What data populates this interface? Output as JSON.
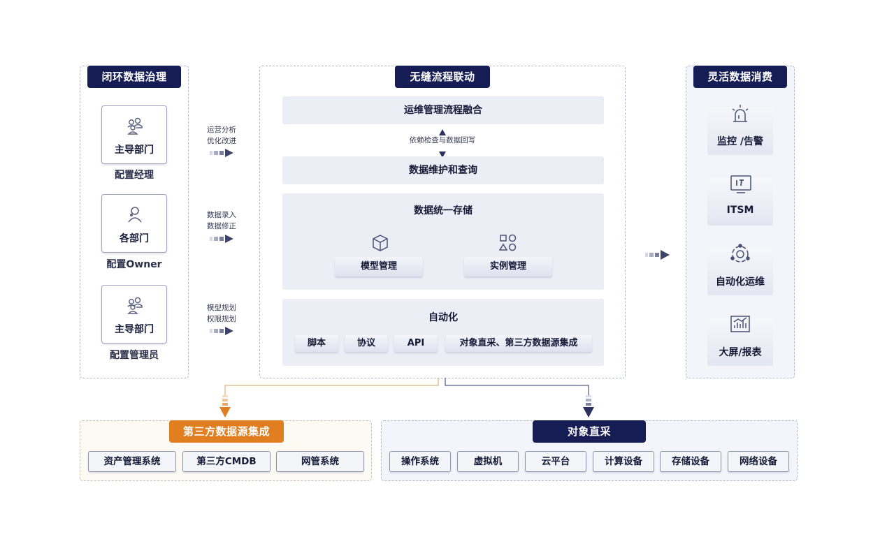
{
  "left": {
    "title": "闭环数据治理",
    "roles": [
      {
        "name": "主导部门",
        "label": "配置经理",
        "icon": "group-users-icon"
      },
      {
        "name": "各部门",
        "label": "配置Owner",
        "icon": "user-icon"
      },
      {
        "name": "主导部门",
        "label": "配置管理员",
        "icon": "group-users-icon"
      }
    ],
    "notes": [
      {
        "line1": "运营分析",
        "line2": "优化改进"
      },
      {
        "line1": "数据录入",
        "line2": "数据修正"
      },
      {
        "line1": "模型规划",
        "line2": "权限规划"
      }
    ]
  },
  "center": {
    "title": "无缝流程联动",
    "process_bar": "运维管理流程融合",
    "link_note": "依赖检查与数据回写",
    "query_bar": "数据维护和查询",
    "storage": {
      "title": "数据统一存储",
      "items": [
        {
          "label": "模型管理",
          "icon": "cube-icon"
        },
        {
          "label": "实例管理",
          "icon": "shapes-icon"
        }
      ]
    },
    "automation": {
      "title": "自动化",
      "items": [
        "脚本",
        "协议",
        "API",
        "对象直采、第三方数据源集成"
      ]
    }
  },
  "right": {
    "title": "灵活数据消费",
    "items": [
      {
        "label": "监控 /告警",
        "icon": "alarm-light-icon"
      },
      {
        "label": "ITSM",
        "icon": "it-monitor-icon"
      },
      {
        "label": "自动化运维",
        "icon": "automation-gear-icon"
      },
      {
        "label": "大屏/报表",
        "icon": "report-chart-icon"
      }
    ]
  },
  "bottom_left": {
    "title": "第三方数据源集成",
    "items": [
      "资产管理系统",
      "第三方CMDB",
      "网管系统"
    ]
  },
  "bottom_right": {
    "title": "对象直采",
    "items": [
      "操作系统",
      "虚拟机",
      "云平台",
      "计算设备",
      "存储设备",
      "网络设备"
    ]
  },
  "colors": {
    "navy": "#161d55",
    "orange": "#e07e20",
    "panel_bg": "#f4f5fa",
    "dashed_border": "#b4b8cc"
  }
}
